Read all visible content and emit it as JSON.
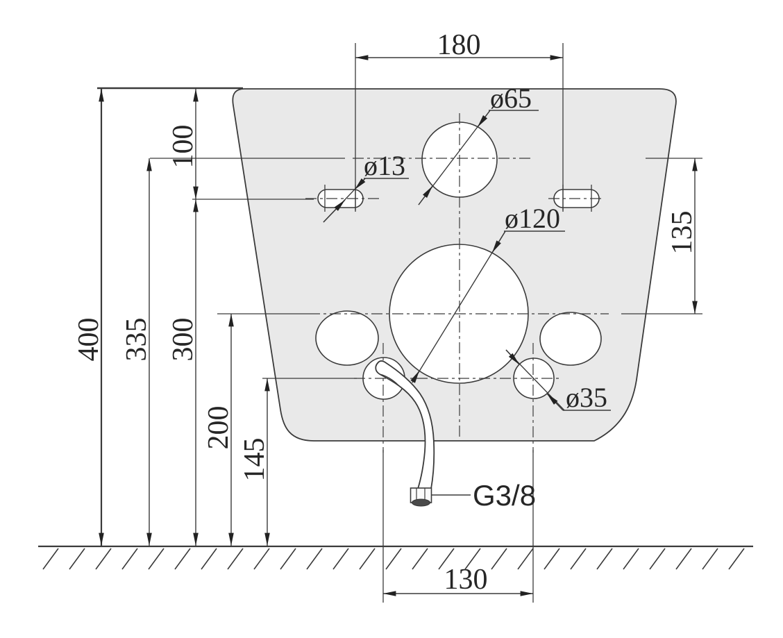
{
  "drawing": {
    "description": "Technical mounting-dimension drawing of a wall-hung sanitary fixture (rear view) with drilling template holes, water connection hose and floor reference line",
    "colors": {
      "line": "#3a3a3a",
      "fixture_fill": "#e9e9e9",
      "arrow": "#222222"
    },
    "labels": {
      "dim_180": "180",
      "dim_400": "400",
      "dim_335": "335",
      "dim_300": "300",
      "dim_100": "100",
      "dim_200": "200",
      "dim_145": "145",
      "dim_135": "135",
      "dim_130": "130",
      "dia_65": "ø65",
      "dia_13": "ø13",
      "dia_120": "ø120",
      "dia_35": "ø35",
      "thread": "G3/8"
    }
  }
}
